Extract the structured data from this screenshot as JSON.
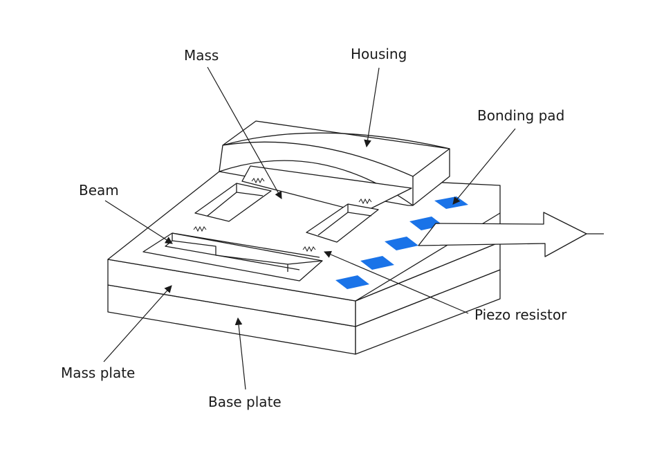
{
  "labels": {
    "mass": "Mass",
    "housing": "Housing",
    "bonding_pad": "Bonding pad",
    "beam": "Beam",
    "piezo_resistor": "Piezo resistor",
    "mass_plate": "Mass plate",
    "base_plate": "Base plate"
  },
  "colors": {
    "bonding_pad": "#1a73e8",
    "line": "#1a1a1a",
    "background": "#ffffff"
  }
}
